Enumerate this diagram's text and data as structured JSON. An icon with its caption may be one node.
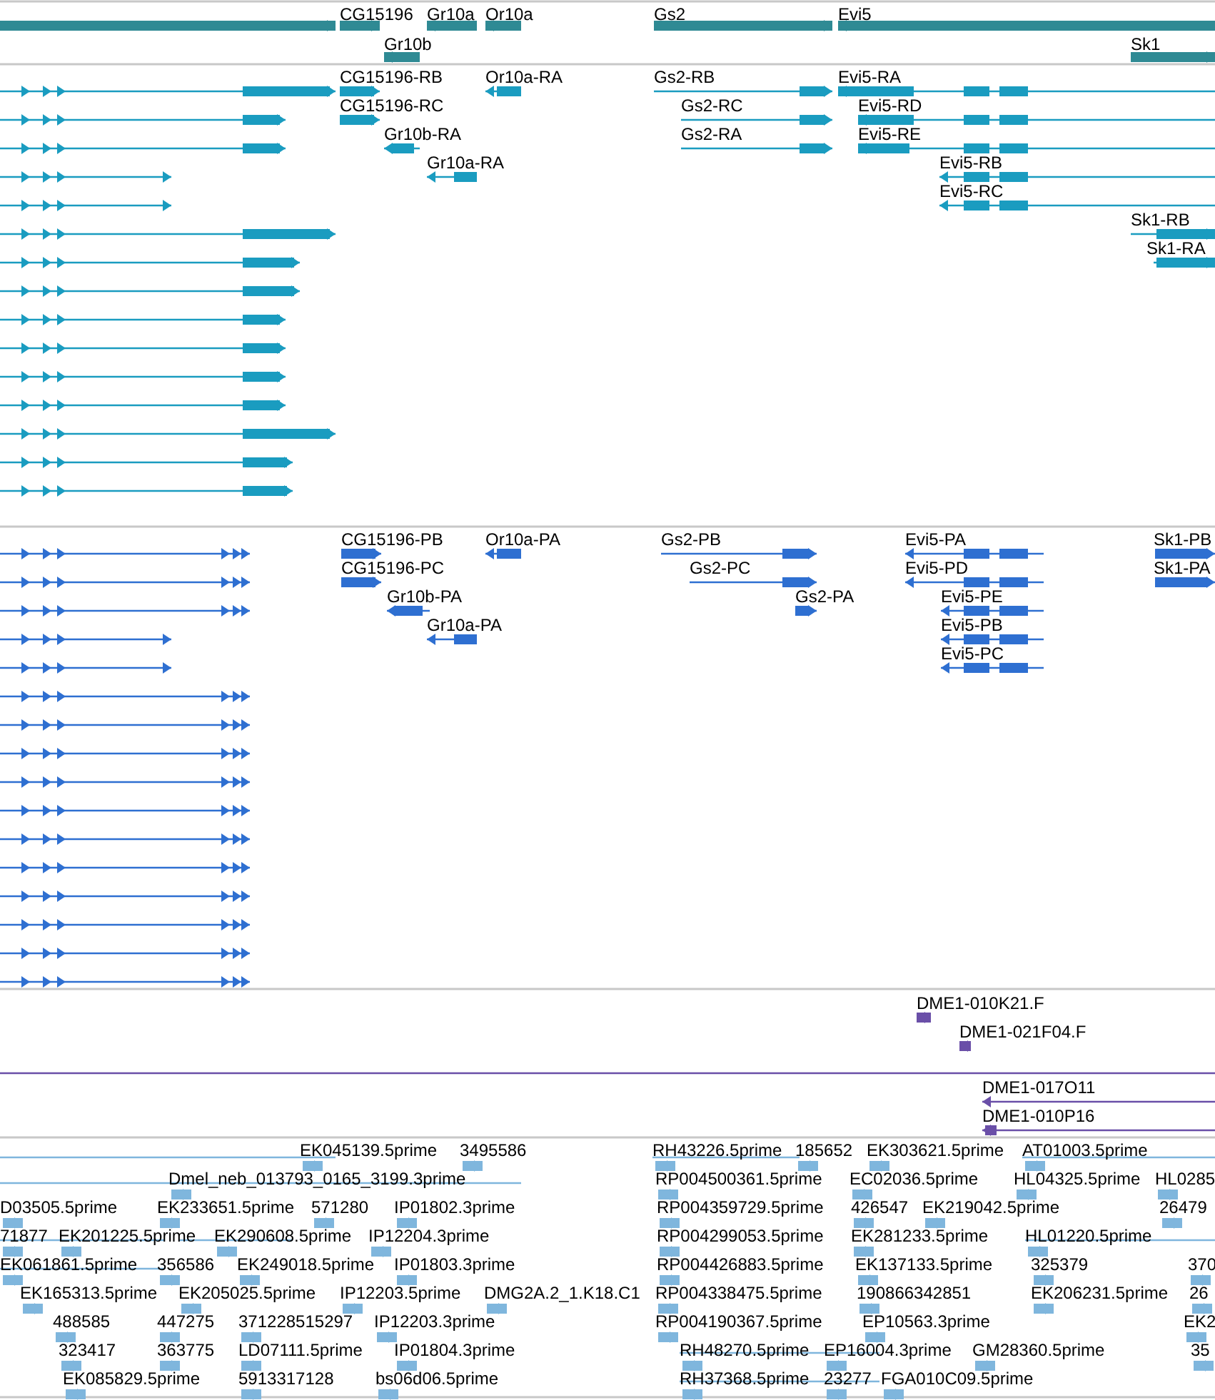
{
  "diagram": {
    "labels": [
      "CG15196",
      "Gr10a",
      "Or10a",
      "Gs2",
      "Evi5",
      "Gr10b",
      "Sk1",
      "CG15196-RB",
      "Or10a-RA",
      "Gs2-RB",
      "Evi5-RA",
      "CG15196-RC",
      "Gs2-RC",
      "Evi5-RD",
      "Gr10b-RA",
      "Gs2-RA",
      "Evi5-RE",
      "Gr10a-RA",
      "Evi5-RB",
      "Evi5-RC",
      "Sk1-RB",
      "Sk1-RA",
      "CG15196-PB",
      "Or10a-PA",
      "Gs2-PB",
      "Evi5-PA",
      "Sk1-PB",
      "CG15196-PC",
      "Gs2-PC",
      "Evi5-PD",
      "Sk1-PA",
      "Gr10b-PA",
      "Gs2-PA",
      "Evi5-PE",
      "Gr10a-PA",
      "Evi5-PB",
      "Evi5-PC",
      "DME1-010K21.F",
      "DME1-021F04.F",
      "DME1-017O11",
      "DME1-010P16",
      "EK045139.5prime",
      "3495586",
      "RH43226.5prime",
      "185652",
      "EK303621.5prime",
      "AT01003.5prime",
      "Dmel_neb_013793_0165_3199.3prime",
      "RP004500361.5prime",
      "EC02036.5prime",
      "HL04325.5prime",
      "HL0285",
      "D03505.5prime",
      "EK233651.5prime",
      "571280",
      "IP01802.3prime",
      "RP004359729.5prime",
      "426547",
      "EK219042.5prime",
      "26479",
      "71877",
      "EK201225.5prime",
      "EK290608.5prime",
      "IP12204.3prime",
      "RP004299053.5prime",
      "EK281233.5prime",
      "HL01220.5prime",
      "EK061861.5prime",
      "356586",
      "EK249018.5prime",
      "IP01803.3prime",
      "RP004426883.5prime",
      "EK137133.5prime",
      "325379",
      "370",
      "EK165313.5prime",
      "EK205025.5prime",
      "IP12203.5prime",
      "DMG2A.2_1.K18.C1",
      "RP004338475.5prime",
      "190866342851",
      "EK206231.5prime",
      "26",
      "488585",
      "447275",
      "371228515297",
      "IP12203.3prime",
      "RP004190367.5prime",
      "EP10563.3prime",
      "EK2",
      "323417",
      "363775",
      "LD07111.5prime",
      "IP01804.3prime",
      "RH48270.5prime",
      "EP16004.3prime",
      "GM28360.5prime",
      "35",
      "EK085829.5prime",
      "5913317128",
      "bs06d06.5prime",
      "RH37368.5prime",
      "23277",
      "FGA010C09.5prime"
    ]
  }
}
